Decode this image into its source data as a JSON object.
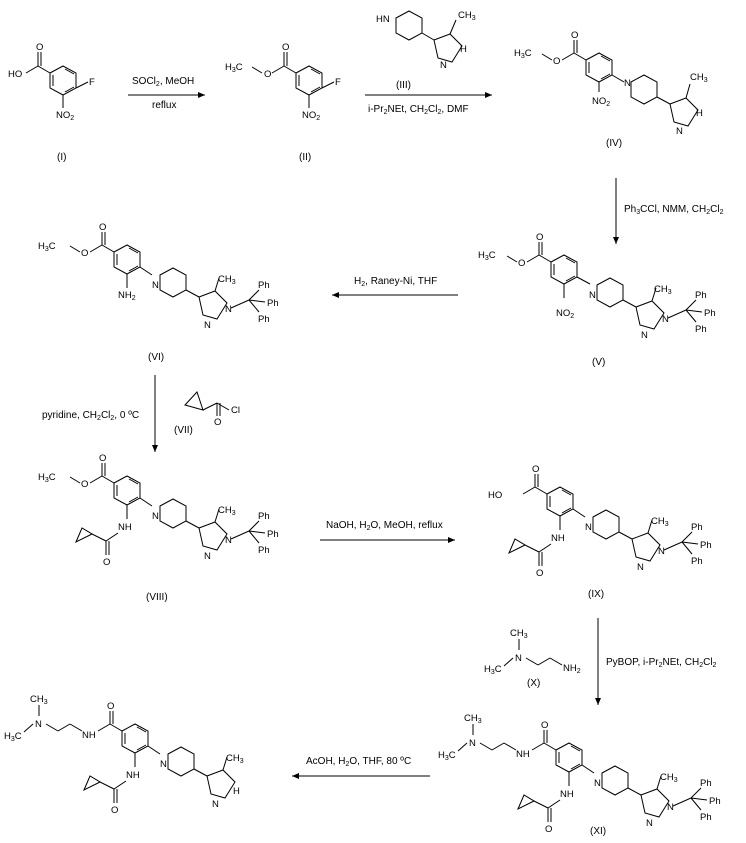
{
  "compounds": {
    "I": "(I)",
    "II": "(II)",
    "III": "(III)",
    "IV": "(IV)",
    "V": "(V)",
    "VI": "(VI)",
    "VII": "(VII)",
    "VIII": "(VIII)",
    "IX": "(IX)",
    "X": "(X)",
    "XI": "(XI)"
  },
  "conditions": {
    "step1_top": "SOCl2, MeOH",
    "step1_bottom": "reflux",
    "step2": "i-Pr2NEt, CH2Cl2, DMF",
    "step3": "Ph3CCl, NMM, CH2Cl2",
    "step4": "H2, Raney-Ni, THF",
    "step5": "pyridine, CH2Cl2, 0 ºC",
    "step6": "NaOH, H2O, MeOH, reflux",
    "step7": "PyBOP, i-Pr2NEt, CH2Cl2",
    "step8": "AcOH, H2O, THF, 80 ºC"
  },
  "atoms": {
    "HO": "HO",
    "F": "F",
    "NO2": "NO2",
    "H3C": "H3C",
    "NH2": "NH2",
    "NH": "NH",
    "N": "N",
    "Ph": "Ph",
    "CH3": "CH3",
    "Cl": "Cl",
    "O": "O",
    "CH3N": "CH3"
  }
}
